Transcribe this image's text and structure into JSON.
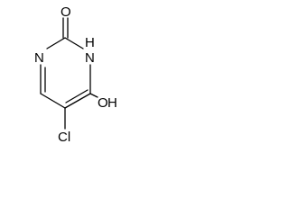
{
  "molecule": {
    "atoms": [
      {
        "id": "O2",
        "label": "O"
      },
      {
        "id": "N1",
        "label": "N"
      },
      {
        "id": "H3",
        "label": "H"
      },
      {
        "id": "N3",
        "label": "N"
      },
      {
        "id": "O4",
        "label": "O"
      },
      {
        "id": "H4",
        "label": "H"
      },
      {
        "id": "Cl5",
        "label": "Cl"
      }
    ],
    "bonds": [
      {
        "from": "C2",
        "to": "O2",
        "order": 2
      },
      {
        "from": "C2",
        "to": "N1",
        "order": 1
      },
      {
        "from": "C2",
        "to": "N3",
        "order": 1
      },
      {
        "from": "N1",
        "to": "C6",
        "order": 2
      },
      {
        "from": "C6",
        "to": "C5",
        "order": 1
      },
      {
        "from": "C5",
        "to": "C4",
        "order": 2
      },
      {
        "from": "C4",
        "to": "N3",
        "order": 1
      },
      {
        "from": "C4",
        "to": "O4",
        "order": 1
      },
      {
        "from": "C5",
        "to": "Cl5",
        "order": 1
      }
    ]
  }
}
